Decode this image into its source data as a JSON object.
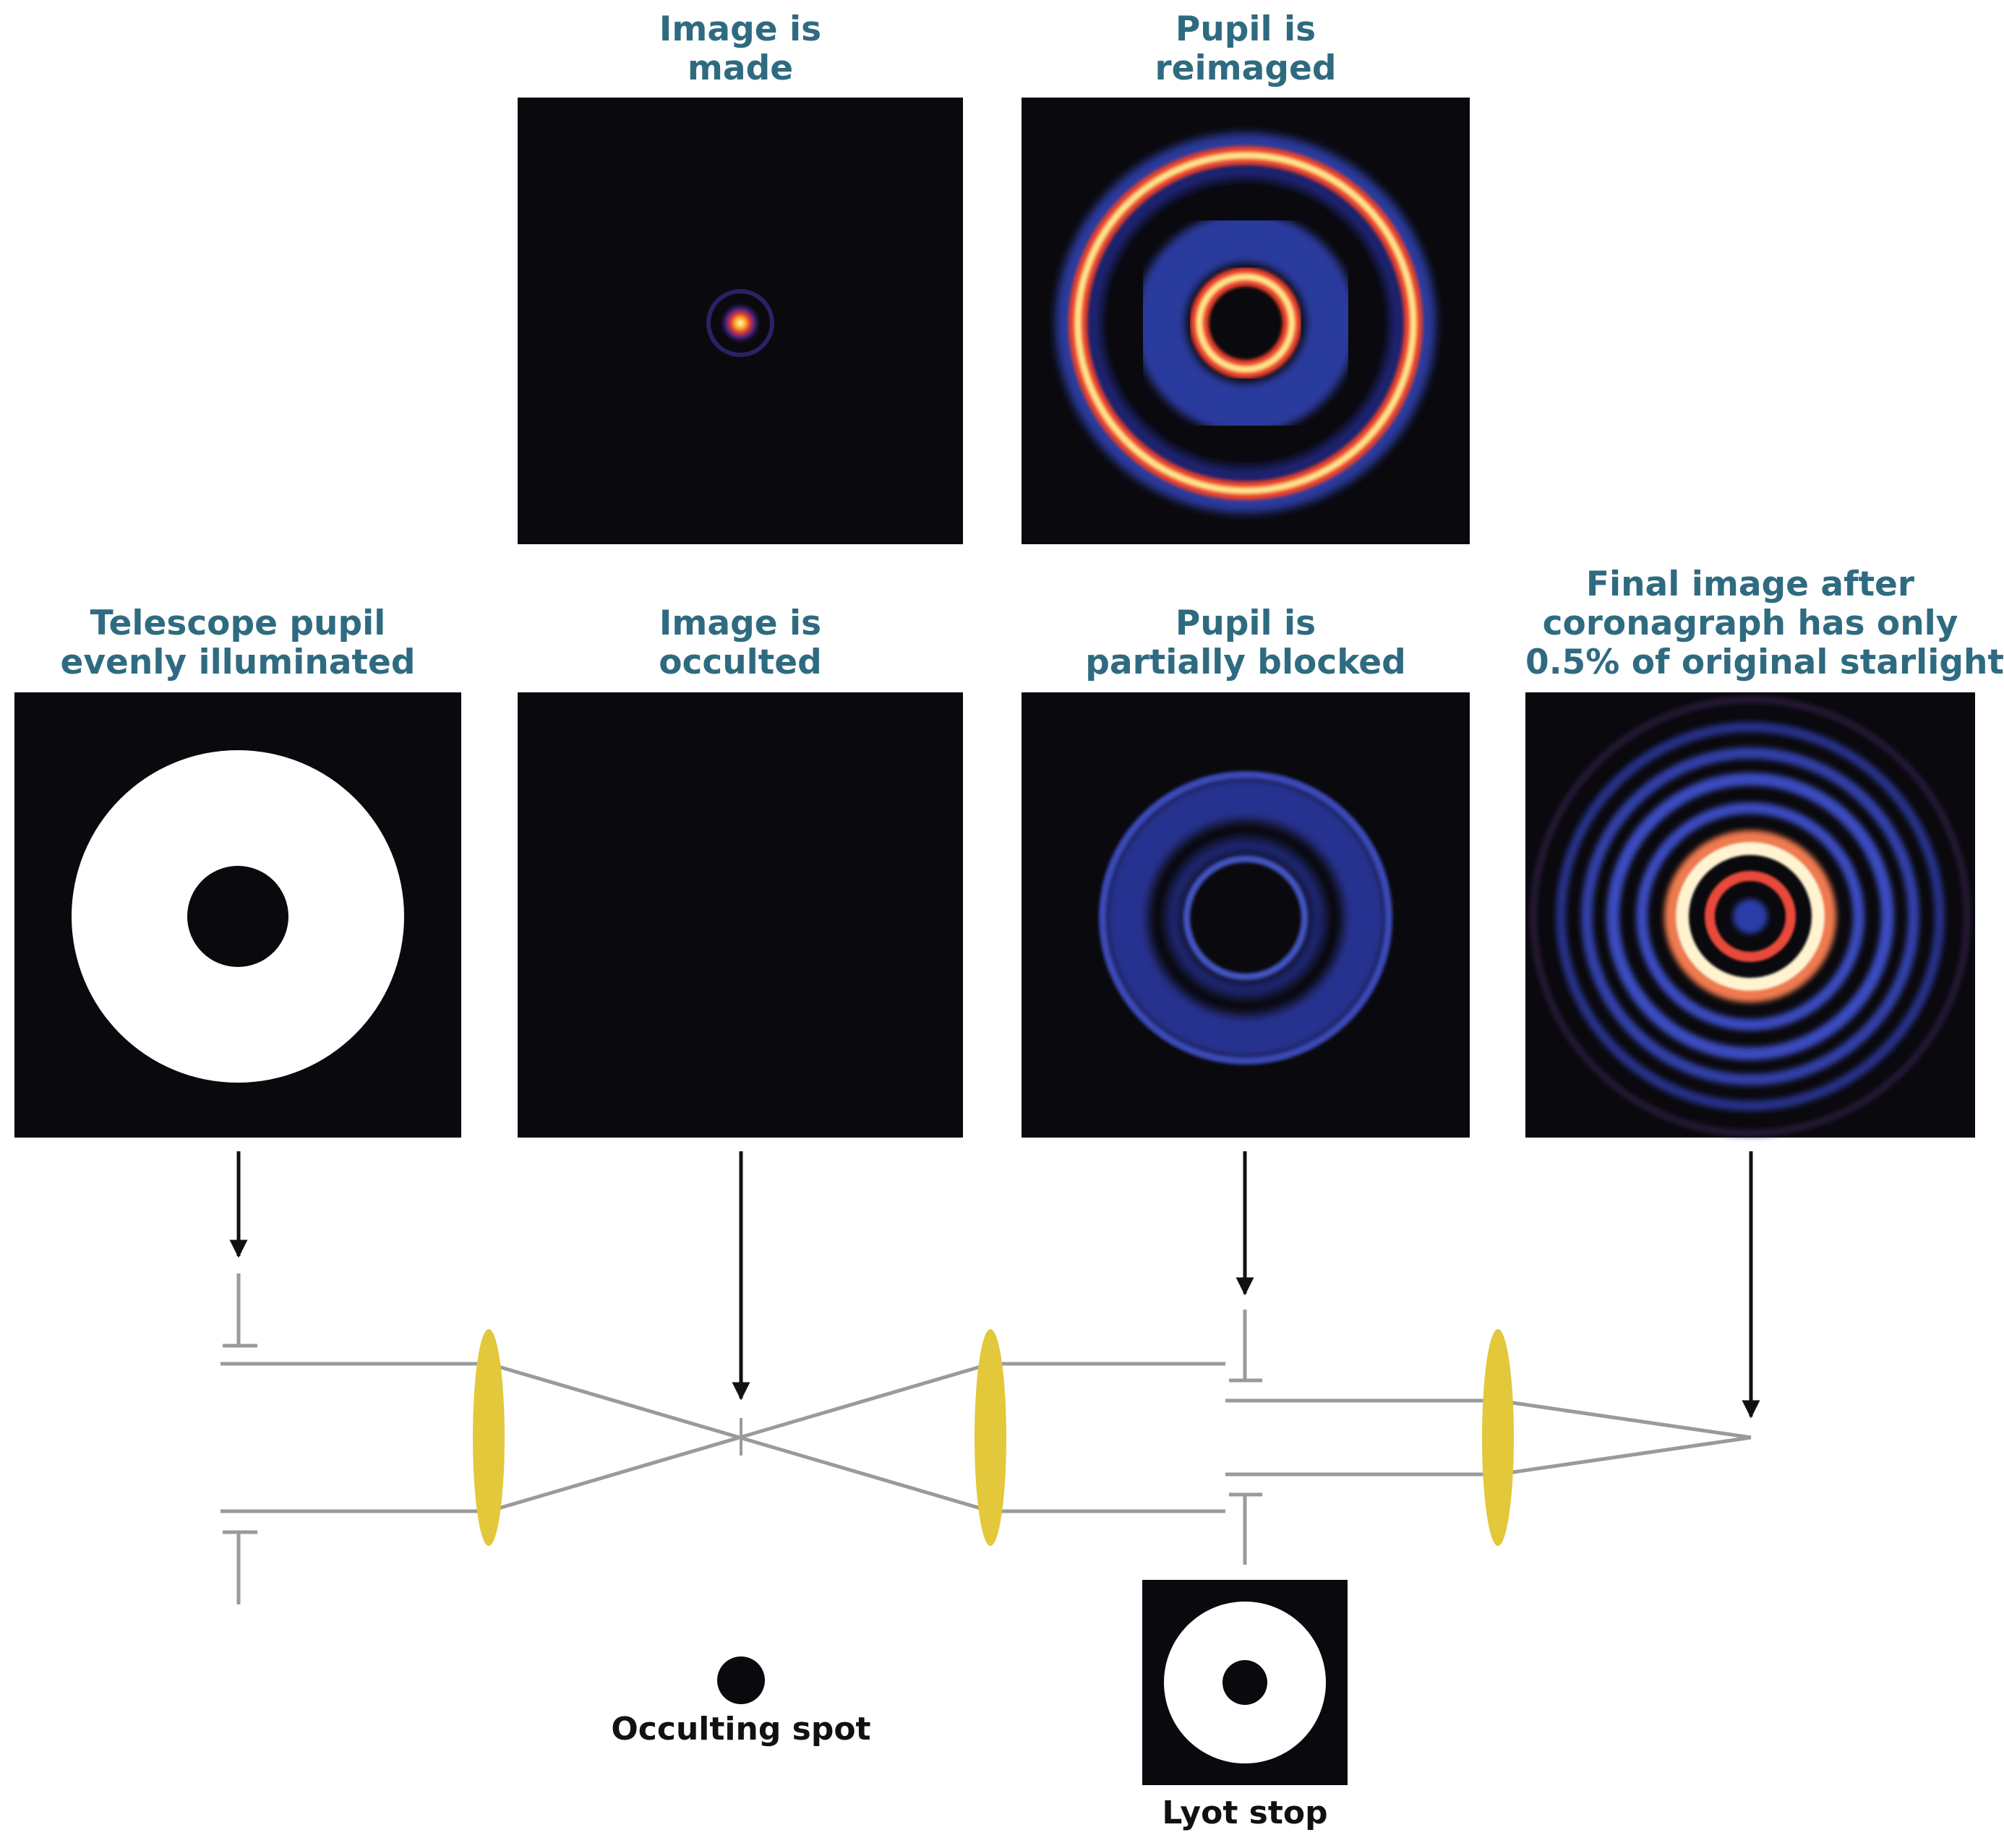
{
  "captions": {
    "image_made": [
      "Image is",
      "made"
    ],
    "pupil_reimaged": [
      "Pupil is",
      "reimaged"
    ],
    "telescope_pupil": [
      "Telescope pupil",
      "evenly illuminated"
    ],
    "image_occulted": [
      "Image is",
      "occulted"
    ],
    "pupil_blocked": [
      "Pupil is",
      "partially blocked"
    ],
    "final_image": [
      "Final image after",
      "coronagraph has only",
      "0.5% of original starlight"
    ]
  },
  "labels": {
    "occulting_spot": "Occulting spot",
    "lyot_stop": "Lyot stop"
  },
  "colors": {
    "caption": "#2f6b80",
    "panel_bg": "#0a090d",
    "lens": "#e2c83a",
    "ray": "#9a9a9a",
    "arrow": "#111111"
  }
}
